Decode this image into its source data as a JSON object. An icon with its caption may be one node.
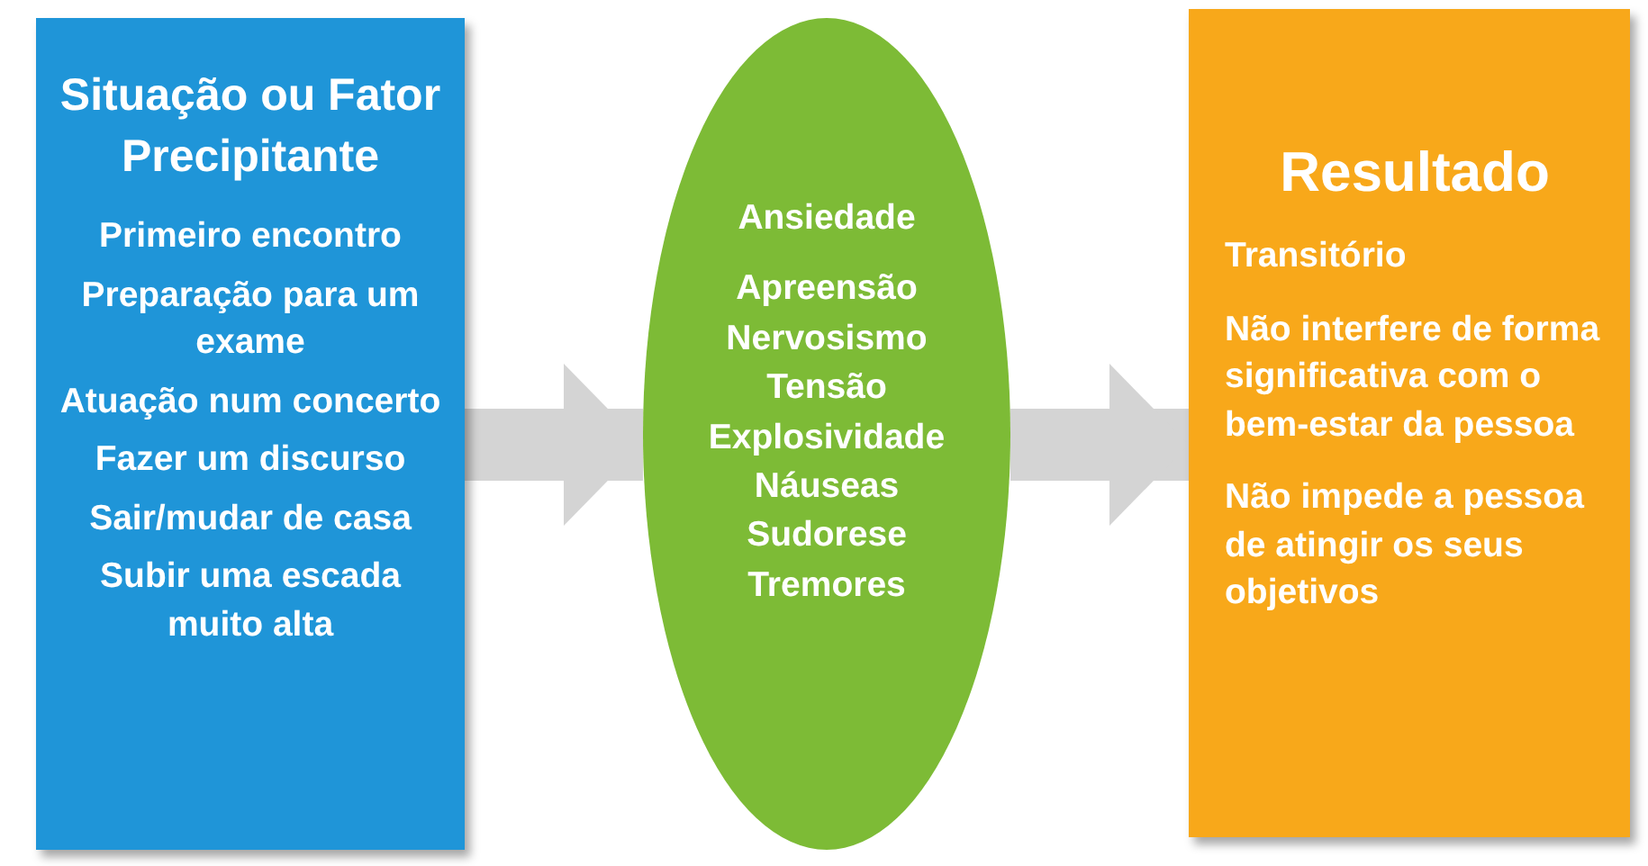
{
  "diagram": {
    "nodes": [
      {
        "text": [
          "Situação ou Fator Precipitante",
          "Primeiro encontro",
          "Preparação para um exame",
          "Atuação num concerto",
          "Fazer um discurso",
          "Sair/mudar de casa",
          "Subir uma escada muito alta"
        ]
      },
      {
        "text": [
          "Ansiedade",
          "Apreensão",
          "Nervosismo",
          "Tensão",
          "Explosividade",
          "Náuseas",
          "Sudorese",
          "Tremores"
        ]
      },
      {
        "text": [
          "Resultado",
          "Transitório",
          "Não interfere de forma significativa com o bem-estar da pessoa",
          "Não impede a pessoa de atingir os seus objetivos"
        ]
      }
    ],
    "edges": [
      {
        "from": 0,
        "to": 1,
        "arrow": "to"
      },
      {
        "from": 1,
        "to": 2,
        "arrow": "to"
      }
    ]
  }
}
